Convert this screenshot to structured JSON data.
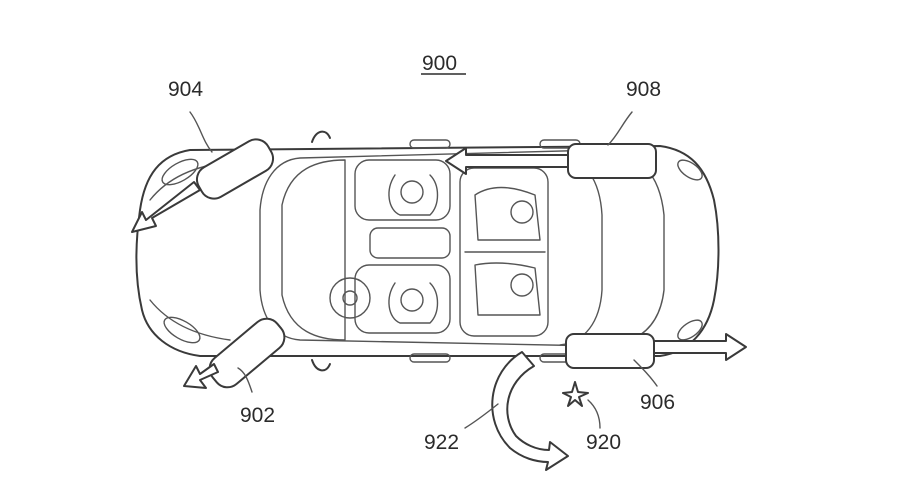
{
  "figure": {
    "title": "900",
    "labels": {
      "front_left_airbag": "904",
      "front_right_airbag": "902",
      "rear_left_airbag": "908",
      "rear_right_airbag": "906",
      "rotation_arrow": "922",
      "impact_point": "920"
    }
  }
}
